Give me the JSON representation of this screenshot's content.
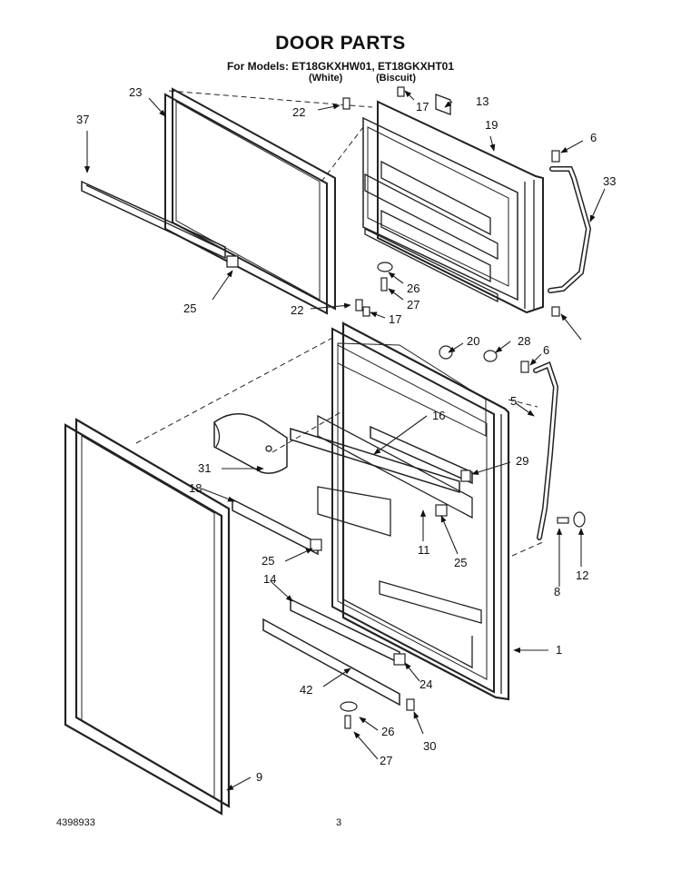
{
  "title": "DOOR PARTS",
  "models_line": "For Models: ET18GKXHW01, ET18GKXHT01",
  "color_white": "(White)",
  "color_biscuit": "(Biscuit)",
  "part_number": "4398933",
  "page_number": "3",
  "callouts": [
    "23",
    "37",
    "22",
    "17",
    "13",
    "19",
    "6",
    "33",
    "25",
    "26",
    "27",
    "22",
    "17",
    "20",
    "28",
    "6",
    "5",
    "16",
    "31",
    "29",
    "18",
    "25",
    "11",
    "25",
    "8",
    "12",
    "14",
    "1",
    "42",
    "24",
    "26",
    "30",
    "27",
    "9"
  ]
}
